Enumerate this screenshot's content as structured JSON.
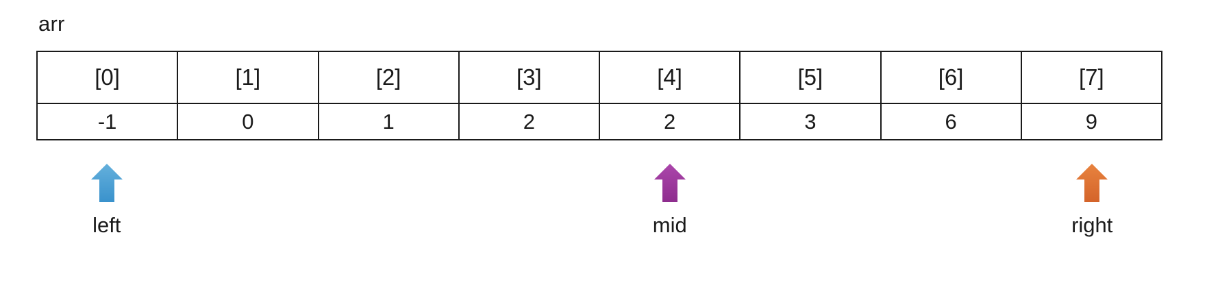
{
  "diagram": {
    "array_name": "arr",
    "table": {
      "index_labels": [
        "[0]",
        "[1]",
        "[2]",
        "[3]",
        "[4]",
        "[5]",
        "[6]",
        "[7]"
      ],
      "values": [
        "-1",
        "0",
        "1",
        "2",
        "2",
        "3",
        "6",
        "9"
      ]
    },
    "pointers": [
      {
        "label": "left",
        "index": 0,
        "color_top": "#64b0dc",
        "color_bottom": "#3a92cc",
        "icon": "up-arrow-icon"
      },
      {
        "label": "mid",
        "index": 4,
        "color_top": "#ab46ab",
        "color_bottom": "#8e2d8e",
        "icon": "up-arrow-icon"
      },
      {
        "label": "right",
        "index": 7,
        "color_top": "#e8833f",
        "color_bottom": "#d4642a",
        "icon": "up-arrow-icon"
      }
    ],
    "colors": {
      "background": "#ffffff",
      "border": "#1a1a1a",
      "text": "#1a1a1a",
      "left_arrow": "#4a9ed0",
      "mid_arrow": "#9c3a9c",
      "right_arrow": "#de6f30"
    }
  }
}
